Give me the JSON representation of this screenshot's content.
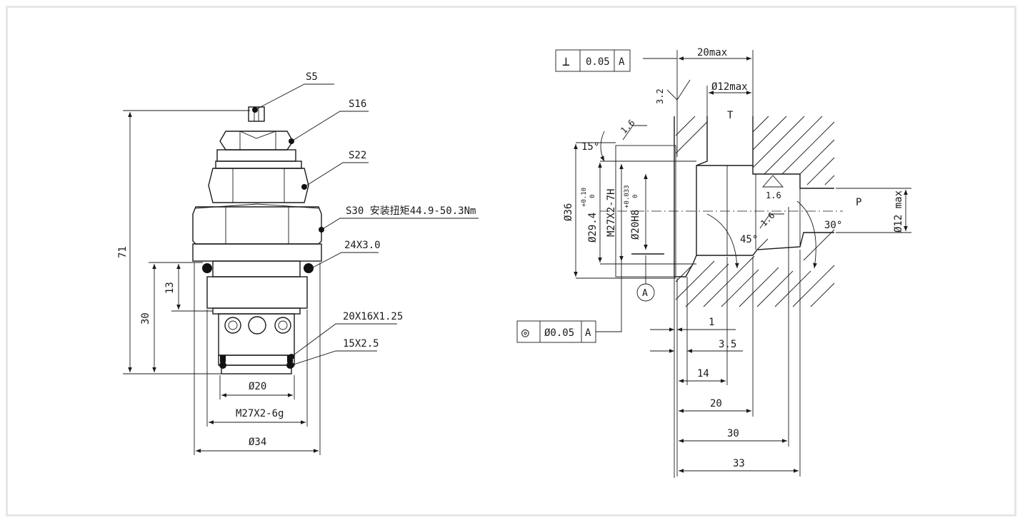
{
  "left_view": {
    "callouts": {
      "s5": "S5",
      "s16": "S16",
      "s22": "S22",
      "s30": "S30 安装扭矩44.9-50.3Nm",
      "oring_top": "24X3.0",
      "seal_mid": "20X16X1.25",
      "oring_bottom": "15X2.5"
    },
    "dims": {
      "overall_height": "71",
      "height_30": "30",
      "height_13": "13",
      "dia_20": "Ø20",
      "thread": "M27X2-6g",
      "dia_34": "Ø34"
    }
  },
  "right_view": {
    "perp_frame": {
      "symbol": "⊥",
      "value": "0.05",
      "datum": "A"
    },
    "conc_frame": {
      "symbol": "◎",
      "value": "Ø0.05",
      "datum": "A"
    },
    "datum_label": "A",
    "port_t": "T",
    "port_p": "P",
    "dims": {
      "max20": "20max",
      "dia12max_top": "Ø12max",
      "rough_32": "3.2",
      "rough_16a": "1.6",
      "rough_16b": "1.6",
      "rough_16c": "1.6",
      "angle_15": "15°",
      "angle_45": "45°",
      "angle_30": "30°",
      "dia_36": "Ø36",
      "dia_294": "Ø29.4",
      "tol_294_up": "+0.10",
      "tol_294_lo": "0",
      "thread": "M27X2-7H",
      "dia_20h8": "Ø20H8",
      "tol_20_up": "+0.033",
      "tol_20_lo": "0",
      "dia_12max_right": "Ø12 max",
      "d1": "1",
      "d35": "3.5",
      "d14": "14",
      "d20": "20",
      "d30": "30",
      "d33": "33"
    }
  }
}
